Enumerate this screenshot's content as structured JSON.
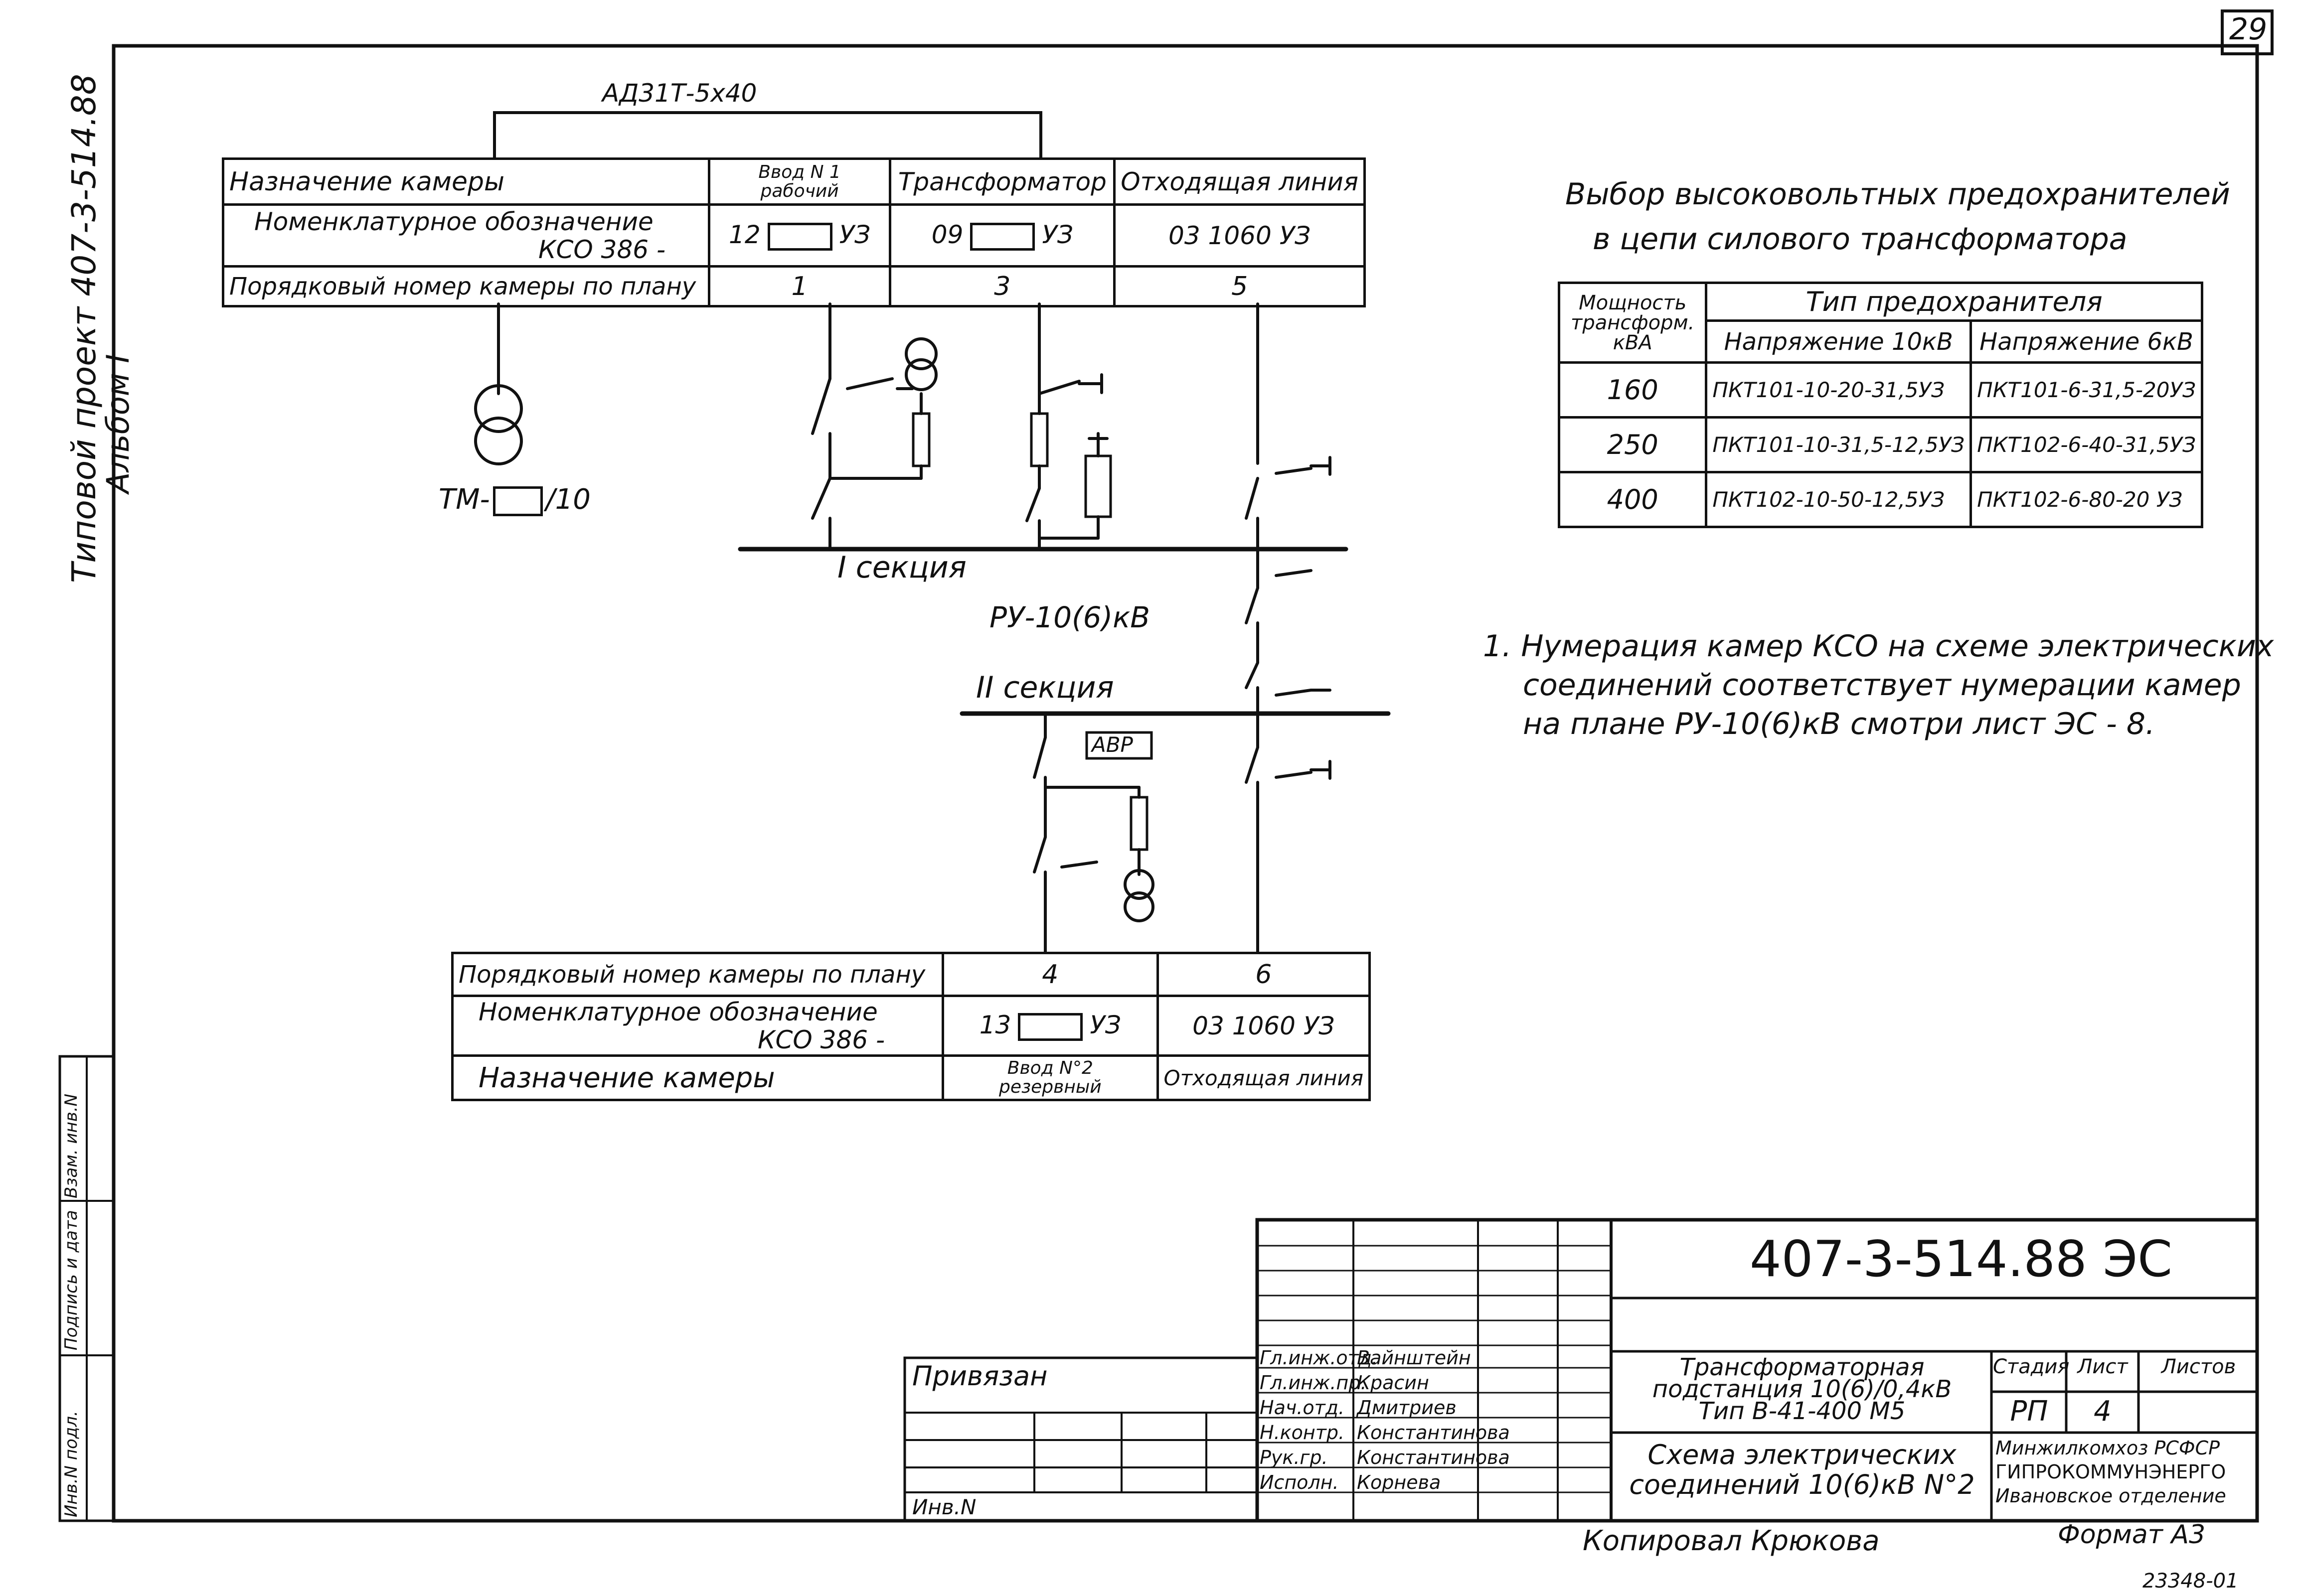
{
  "sheet_corner_number": "29",
  "left_margin": {
    "project_line": "Типовой проект 407-3-514.88",
    "album_line": "Альбом I"
  },
  "left_stamp_labels": [
    "Инв.N подл.",
    "Подпись и дата",
    "Взам. инв.N"
  ],
  "busbar_label": "АД31Т-5х40",
  "top_table": {
    "row1_label": "Назначение  камеры",
    "row2_label_a": "Номенклатурное обозначение",
    "row2_label_b": "КСО 386 -",
    "row3_label": "Порядковый номер камеры по плану",
    "columns": [
      {
        "purpose_a": "Ввод N 1",
        "purpose_b": "рабочий",
        "code_prefix": "12",
        "code_suffix": "УЗ",
        "number": "1"
      },
      {
        "purpose_a": "Трансформатор",
        "purpose_b": "",
        "code_prefix": "09",
        "code_suffix": "УЗ",
        "number": "3"
      },
      {
        "purpose_a": "Отходящая линия",
        "purpose_b": "",
        "code_prefix": "",
        "code_suffix": "03 1060 УЗ",
        "number": "5"
      }
    ]
  },
  "transformer_label_a": "ТМ-",
  "transformer_label_b": "/10",
  "section1_label": "I секция",
  "switchgear_label": "РУ-10(6)кВ",
  "section2_label": "II секция",
  "avr_label": "АВР",
  "bottom_table": {
    "row1_label": "Порядковый номер камеры по плану",
    "row2_label_a": "Номенклатурное обозначение",
    "row2_label_b": "КСО 386 -",
    "row3_label": "Назначение  камеры",
    "columns": [
      {
        "number": "4",
        "code_prefix": "13",
        "code_suffix": "УЗ",
        "purpose_a": "Ввод N°2",
        "purpose_b": "резервный"
      },
      {
        "number": "6",
        "code_prefix": "",
        "code_suffix": "03 1060 УЗ",
        "purpose_a": "Отходящая линия",
        "purpose_b": ""
      }
    ]
  },
  "fuse_table": {
    "title_a": "Выбор высоковольтных предохранителей",
    "title_b": "в цепи силового трансформатора",
    "head_power_a": "Мощность",
    "head_power_b": "трансформ.",
    "head_power_c": "кВА",
    "head_type": "Тип  предохранителя",
    "head_10kv": "Напряжение 10кВ",
    "head_6kv": "Напряжение 6кВ",
    "rows": [
      {
        "power": "160",
        "v10": "ПКТ101-10-20-31,5УЗ",
        "v6": "ПКТ101-6-31,5-20УЗ"
      },
      {
        "power": "250",
        "v10": "ПКТ101-10-31,5-12,5УЗ",
        "v6": "ПКТ102-6-40-31,5УЗ"
      },
      {
        "power": "400",
        "v10": "ПКТ102-10-50-12,5УЗ",
        "v6": "ПКТ102-6-80-20 УЗ"
      }
    ]
  },
  "note": {
    "line1": "1. Нумерация  камер КСО  на  схеме  электрических",
    "line2": "соединений  соответствует  нумерации  камер",
    "line3": "на  плане  РУ-10(6)кВ  смотри  лист  ЭС - 8."
  },
  "title_block": {
    "doc_code": "407-3-514.88  ЭС",
    "privyazan": "Привязан",
    "inv_n": "Инв.N",
    "roles": [
      "Гл.инж.отд.",
      "Гл.инж.пр.",
      "Нач.отд.",
      "Н.контр.",
      "Рук.гр.",
      "Исполн."
    ],
    "names": [
      "Вайнштейн",
      "Красин",
      "Дмитриев",
      "Константинова",
      "Константинова",
      "Корнева"
    ],
    "object_a": "Трансформаторная",
    "object_b": "подстанция 10(6)/0,4кВ",
    "object_c": "Тип  В-41-400 М5",
    "sheet_title_a": "Схема  электрических",
    "sheet_title_b": "соединений 10(6)кВ N°2",
    "stage_head": "Стадия",
    "sheet_head": "Лист",
    "sheets_head": "Листов",
    "stage_val": "РП",
    "sheet_val": "4",
    "sheets_val": "",
    "org_a": "Минжилкомхоз  РСФСР",
    "org_b": "ГИПРОКОММУНЭНЕРГО",
    "org_c": "Ивановское отделение"
  },
  "copied_by": "Копировал  Крюкова",
  "format_label": "Формат А3",
  "archive_number": "23348-01"
}
